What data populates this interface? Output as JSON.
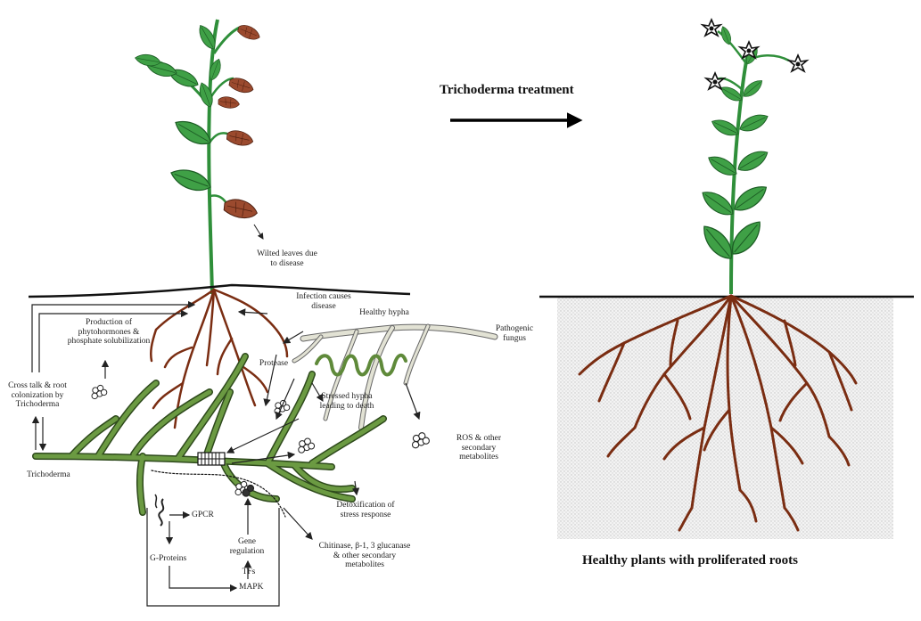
{
  "header": {
    "treatment_label": "Trichoderma treatment",
    "healthy_caption": "Healthy plants with proliferated roots"
  },
  "labels": {
    "wilted": "Wilted leaves due to disease",
    "infection": "Infection causes disease",
    "healthy_hypha": "Healthy hypha",
    "pathogenic": "Pathogenic fungus",
    "production": "Production of phytohormones & phosphate solubilization",
    "protease": "Protease",
    "stressed": "Stressed hypha leading to death",
    "crosstalk": "Cross talk & root colonization by Trichoderma",
    "ros": "ROS & other secondary metabolites",
    "trichoderma": "Trichoderma",
    "detox": "Detoxification of stress response",
    "chitinase": "Chitinase, β-1, 3 glucanase & other secondary metabolites",
    "gpcr": "GPCR",
    "gene_reg": "Gene regulation",
    "gproteins": "G-Proteins",
    "tfs": "TFs",
    "mapk": "MAPK"
  },
  "colors": {
    "leaf_green": "#3fa046",
    "stem_green": "#2f8f3a",
    "wilted_brown": "#9b4a2e",
    "root_brown": "#7a2d12",
    "hypha_green": "#5f8a3a",
    "soil_dot": "#c9c9c9"
  }
}
